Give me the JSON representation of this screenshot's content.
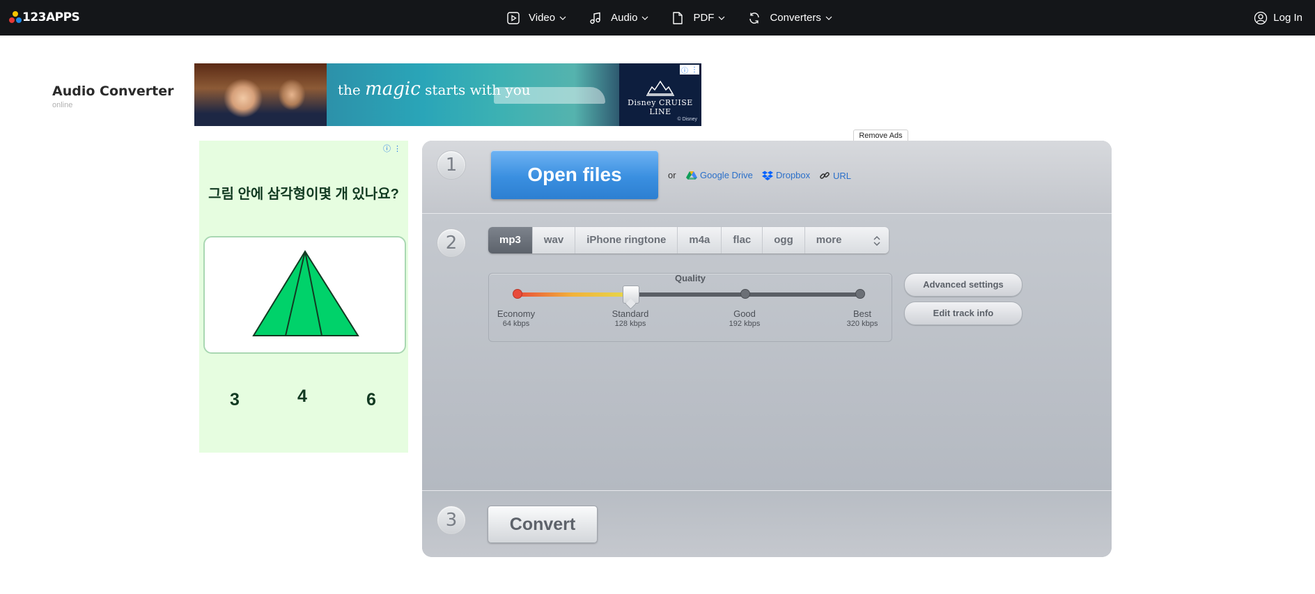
{
  "nav": {
    "logo": "123APPS",
    "menu": [
      {
        "label": "Video",
        "icon": "video-icon"
      },
      {
        "label": "Audio",
        "icon": "music-note-icon"
      },
      {
        "label": "PDF",
        "icon": "document-icon"
      },
      {
        "label": "Converters",
        "icon": "convert-icon"
      }
    ],
    "login": "Log In"
  },
  "header": {
    "title": "Audio Converter",
    "subtitle": "online"
  },
  "ads": {
    "top": {
      "tagline_pre": "the",
      "tagline_em": "magic",
      "tagline_post": "starts with you",
      "brand": "Disney CRUISE LINE",
      "copyright": "© Disney"
    },
    "remove_ads": "Remove Ads",
    "side": {
      "question": "그림 안에 삼각형이몇 개 있나요?",
      "choices": [
        "3",
        "4",
        "6"
      ]
    }
  },
  "converter": {
    "steps": [
      "1",
      "2",
      "3"
    ],
    "open_files": "Open files",
    "or": "or",
    "sources": [
      "Google Drive",
      "Dropbox",
      "URL"
    ],
    "formats": [
      "mp3",
      "wav",
      "iPhone ringtone",
      "m4a",
      "flac",
      "ogg",
      "more"
    ],
    "selected_format": "mp3",
    "quality": {
      "title": "Quality",
      "levels": [
        {
          "name": "Economy",
          "bitrate": "64 kbps"
        },
        {
          "name": "Standard",
          "bitrate": "128 kbps"
        },
        {
          "name": "Good",
          "bitrate": "192 kbps"
        },
        {
          "name": "Best",
          "bitrate": "320 kbps"
        }
      ],
      "selected": "Standard"
    },
    "advanced_settings": "Advanced settings",
    "edit_track_info": "Edit track info",
    "convert": "Convert"
  },
  "colors": {
    "nav_bg": "#141619",
    "open_button": "#3a8fe0",
    "panel": "#b7bcc3",
    "link": "#2a6fc9"
  }
}
